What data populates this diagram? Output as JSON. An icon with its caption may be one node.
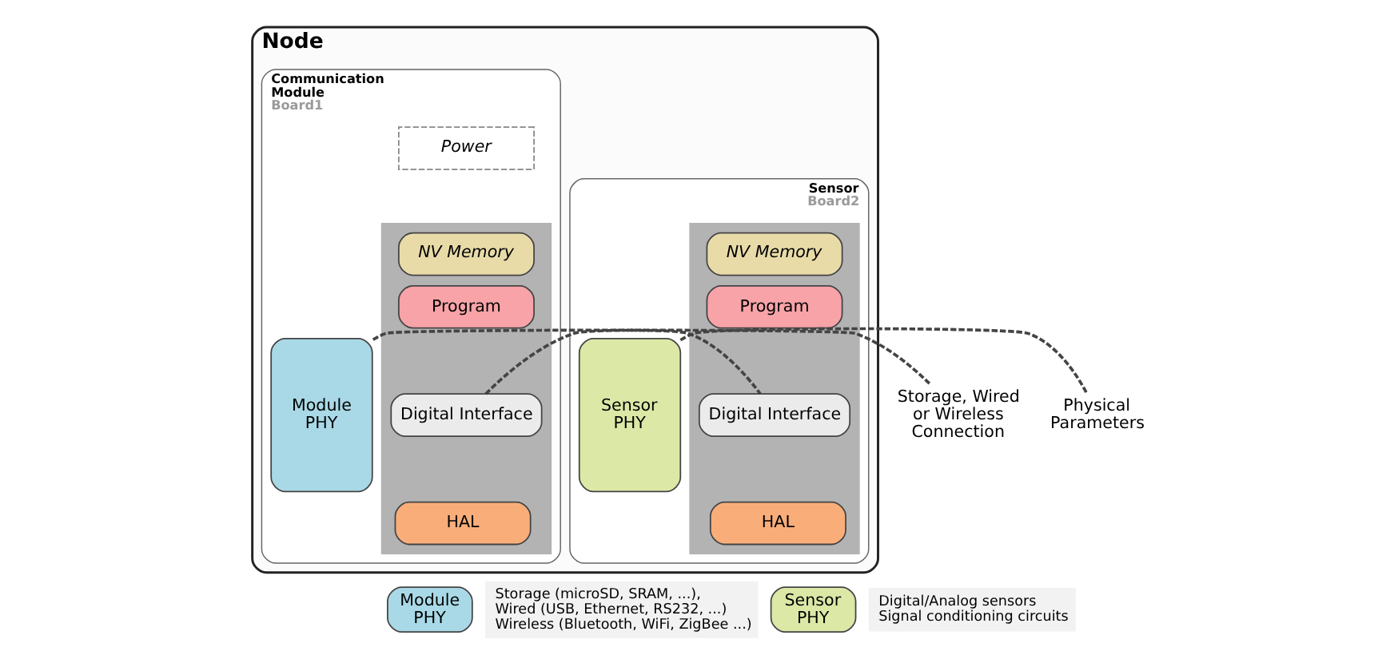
{
  "diagram": {
    "nodes": [
      {
        "text": [
          "Node"
        ]
      },
      {
        "text": [
          "Communication Module",
          "Board1"
        ],
        "in": 0
      },
      {
        "text": [
          "Power"
        ],
        "in": 1
      },
      {
        "text": [],
        "shape": "box",
        "in": 1
      },
      {
        "text": [
          "NV Memory"
        ],
        "in": 3
      },
      {
        "text": [
          "Program"
        ],
        "in": 3
      },
      {
        "text": [
          "Digital Interface"
        ],
        "in": 3
      },
      {
        "text": [
          "HAL"
        ],
        "in": 3
      },
      {
        "text": [
          "Module PHY"
        ],
        "in": 1
      },
      {
        "text": [
          "Sensor",
          "Board2"
        ],
        "in": 0
      },
      {
        "text": [],
        "shape": "box",
        "in": 9
      },
      {
        "text": [
          "NV Memory"
        ],
        "in": 10
      },
      {
        "text": [
          "Program"
        ],
        "in": 10
      },
      {
        "text": [
          "Digital Interface"
        ],
        "in": 10
      },
      {
        "text": [
          "HAL"
        ],
        "in": 10
      },
      {
        "text": [
          "Sensor PHY"
        ],
        "in": 9
      },
      {
        "text": [
          "Storage, Wired or Wireless Connection"
        ]
      },
      {
        "text": [
          "Physical Parameters"
        ]
      },
      {
        "text": [
          "Module PHY"
        ],
        "beside": [
          "Storage (microSD, SRAM, ...),",
          "Wired (USB, Ethernet, RS232, ...)",
          "Wireless (Bluetooth, WiFi, ZigBee ...)"
        ]
      },
      {
        "text": [
          "Sensor PHY"
        ],
        "beside": [
          "Digital/Analog sensors",
          "Signal conditioning circuits"
        ]
      }
    ],
    "edges": [
      {
        "from": 16,
        "to": 8,
        "arrow": "none",
        "style": "dashed"
      },
      {
        "from": 6,
        "to": 13,
        "arrow": "none",
        "style": "dashed"
      },
      {
        "from": 15,
        "to": 17,
        "arrow": "none",
        "style": "dashed"
      }
    ]
  }
}
